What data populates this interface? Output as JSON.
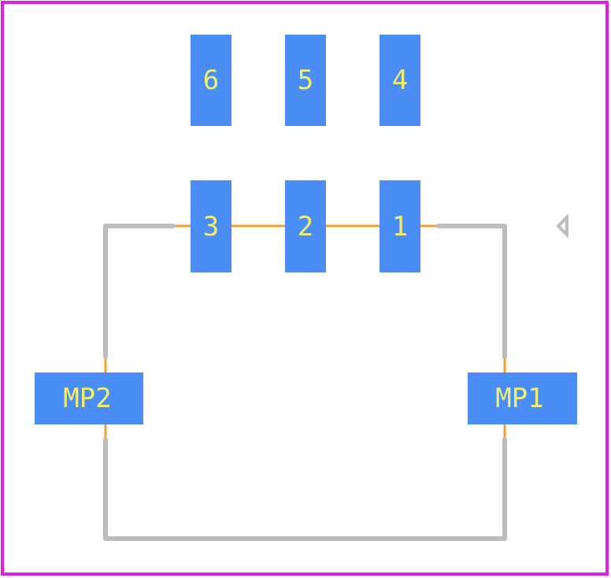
{
  "footprint": {
    "colors": {
      "boundary": "#e020e0",
      "silkscreen": "#bdbdbd",
      "copper_trace": "#f0a030",
      "pad_fill": "#4a8ef5",
      "pad_text": "#f0ee70"
    },
    "pads": [
      {
        "id": "pad-6",
        "label": "6"
      },
      {
        "id": "pad-5",
        "label": "5"
      },
      {
        "id": "pad-4",
        "label": "4"
      },
      {
        "id": "pad-3",
        "label": "3"
      },
      {
        "id": "pad-2",
        "label": "2"
      },
      {
        "id": "pad-1",
        "label": "1"
      },
      {
        "id": "pad-mp2",
        "label": "MP2"
      },
      {
        "id": "pad-mp1",
        "label": "MP1"
      }
    ],
    "pin1_marker": "triangle-marker-icon"
  }
}
